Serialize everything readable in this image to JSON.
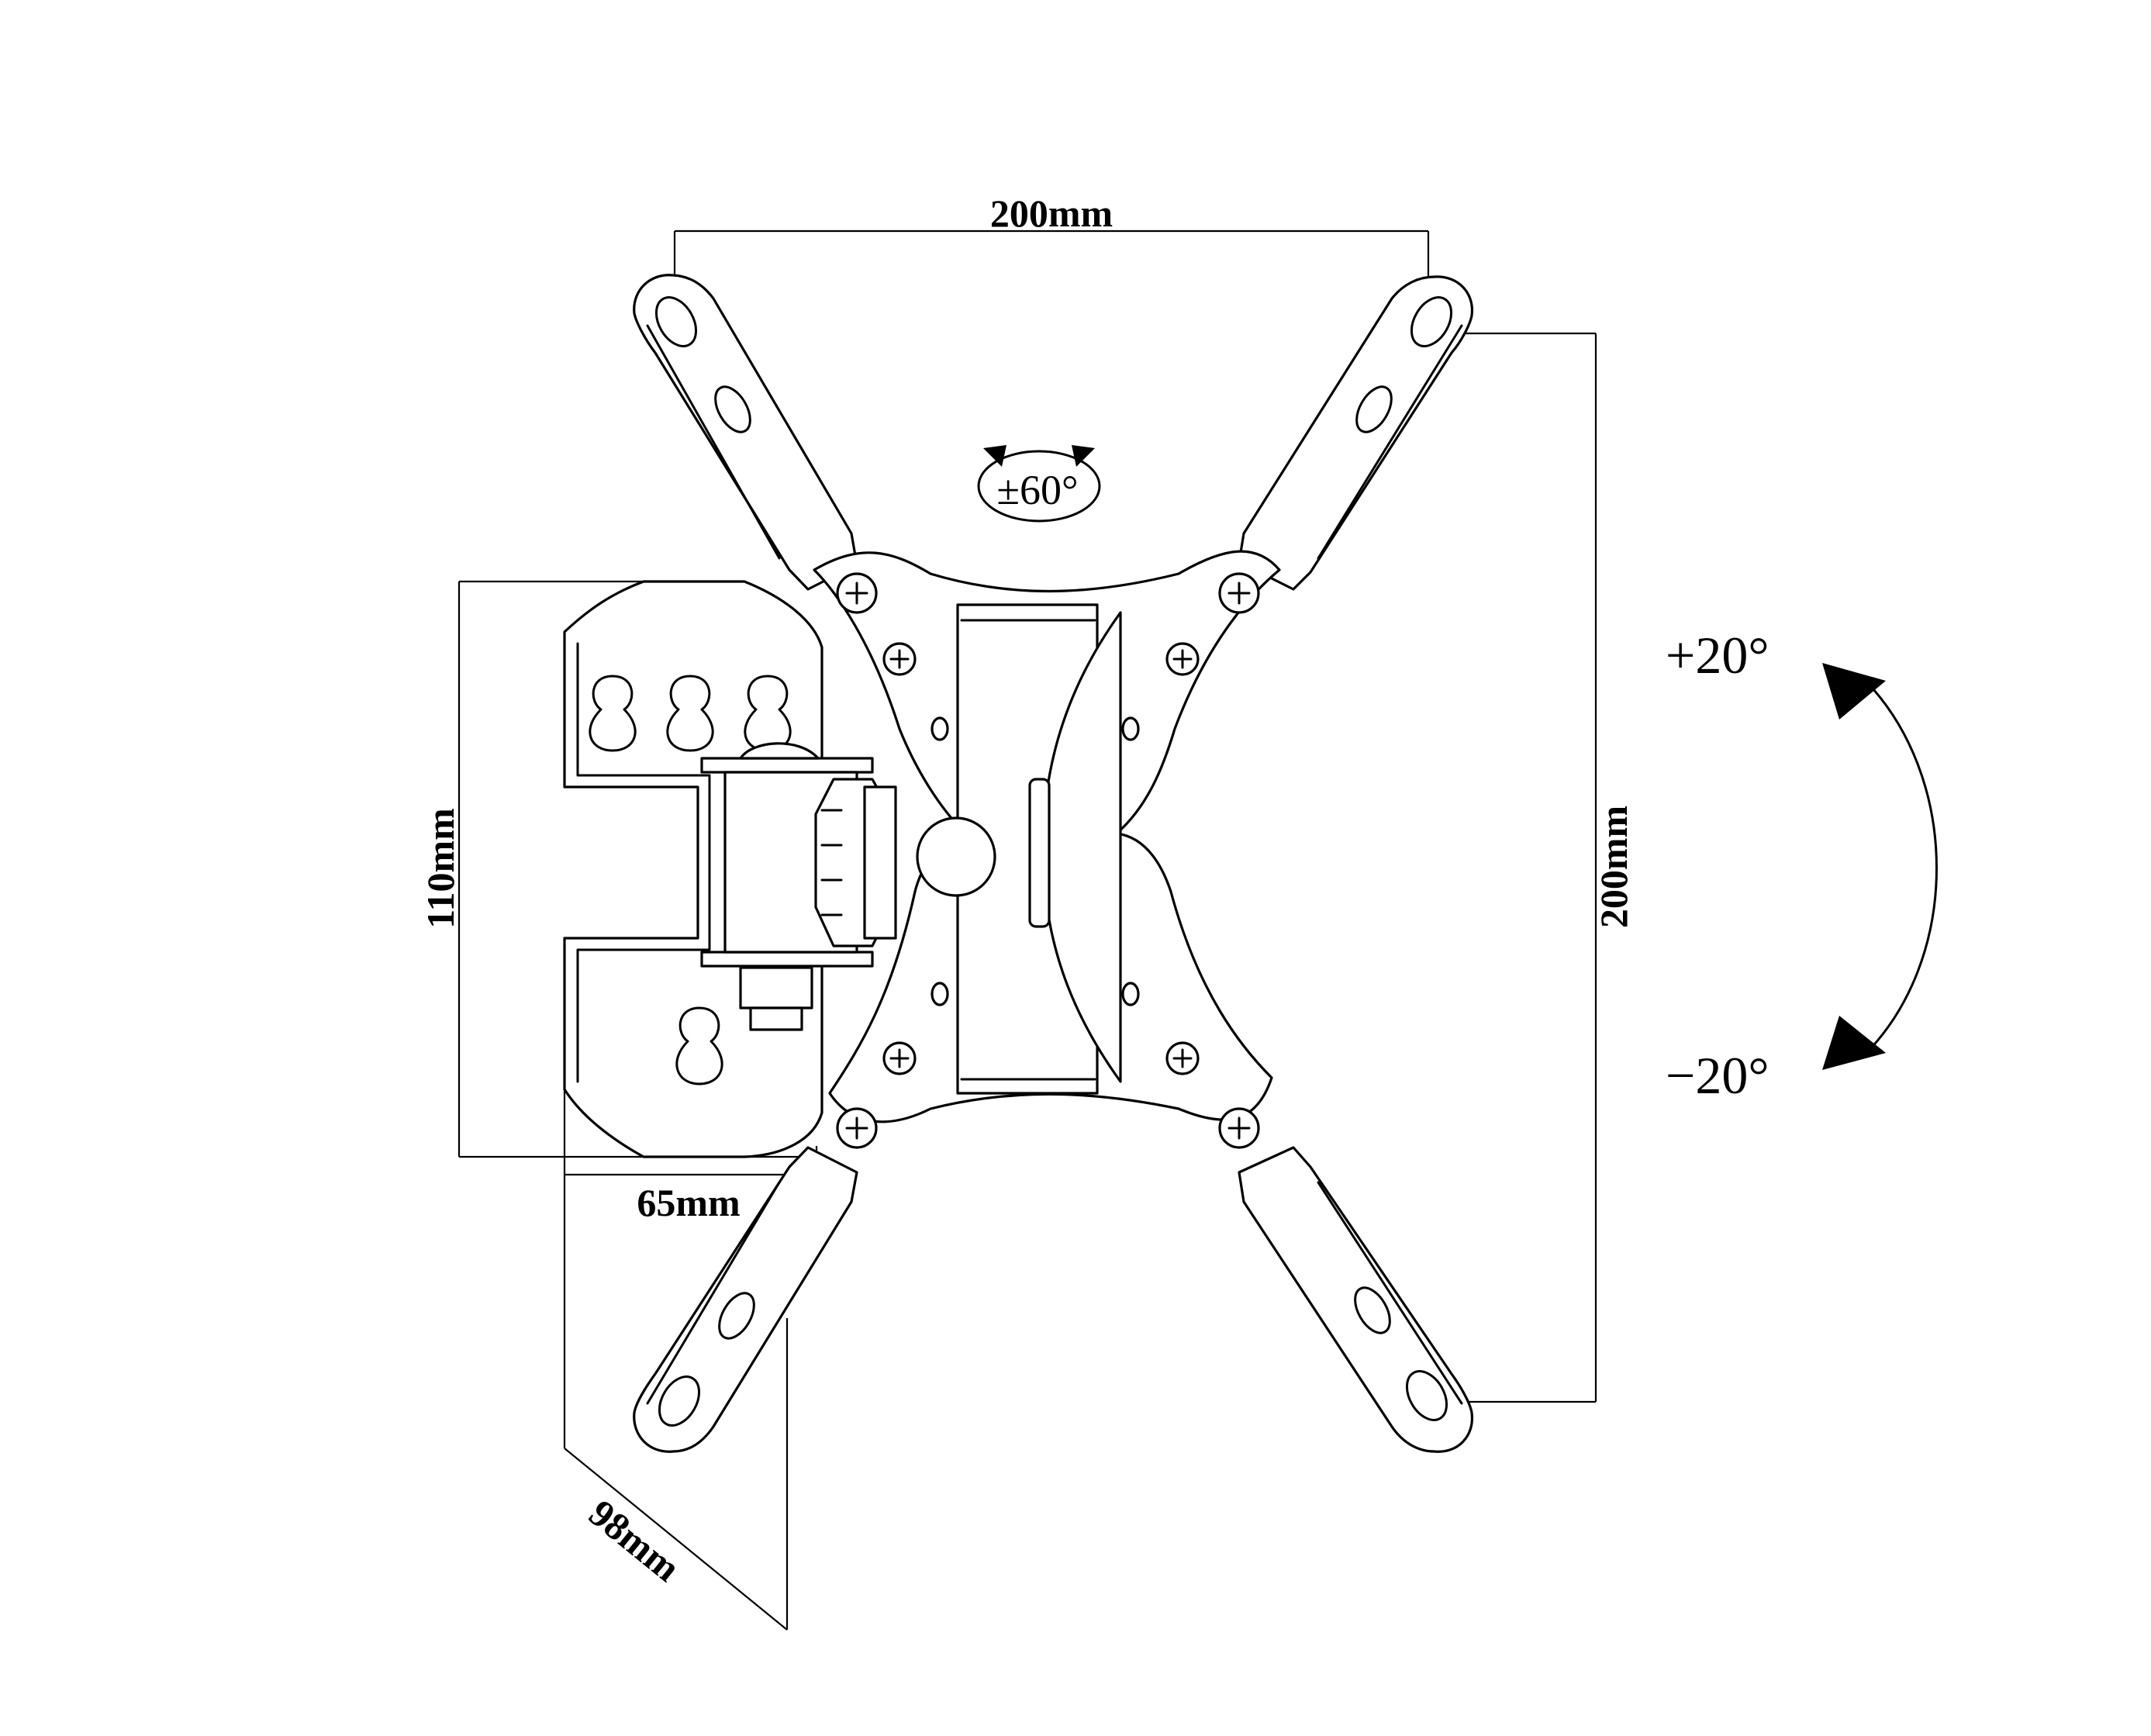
{
  "dimensions": {
    "top_width": "200mm",
    "right_height": "200mm",
    "wall_plate_height": "110mm",
    "wall_plate_width": "65mm",
    "depth": "98mm"
  },
  "angles": {
    "swivel": "±60°",
    "tilt_up": "+20°",
    "tilt_down": "−20°"
  },
  "icons": {
    "swivel_arrows": "rotation-arrows-icon",
    "tilt_arc": "double-arrow-arc-icon"
  }
}
